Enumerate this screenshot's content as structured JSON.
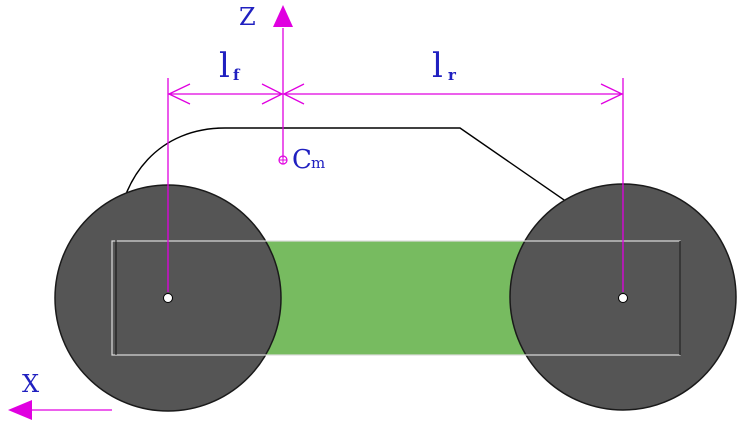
{
  "labels": {
    "z_axis": "Z",
    "x_axis": "X",
    "front_length": {
      "main": "l",
      "sub": "f"
    },
    "rear_length": {
      "main": "l",
      "sub": "r"
    },
    "center_of_mass": {
      "main": "C",
      "sub": "m"
    }
  },
  "colors": {
    "magenta": "#e000e0",
    "axis_text": "#2020c0",
    "wheel": "#555555",
    "body_band": "#77bb60",
    "outline": "#000000"
  }
}
